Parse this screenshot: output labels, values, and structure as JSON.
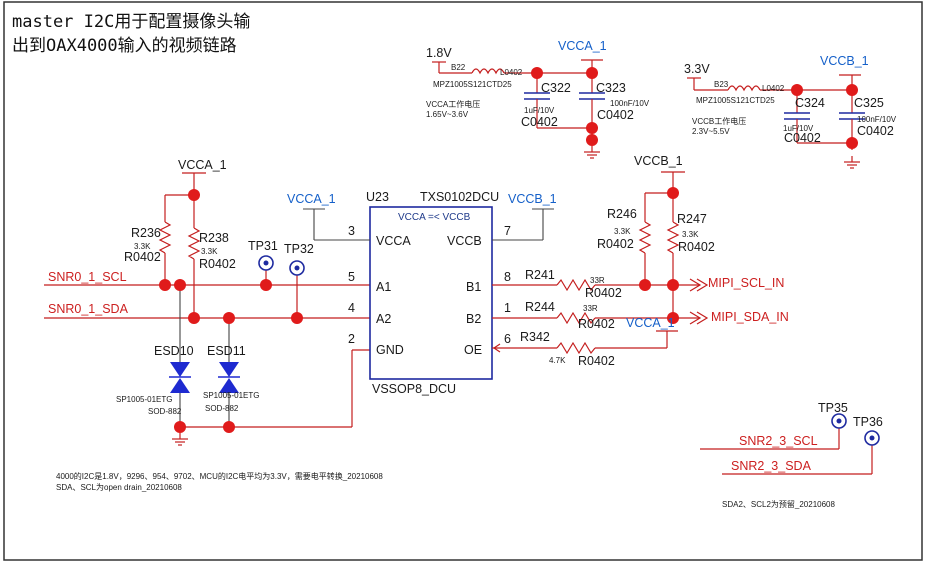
{
  "title": {
    "line1": "master I2C用于配置摄像头输",
    "line2": "出到OAX4000输入的视频链路"
  },
  "rail_1v8": {
    "source": "1.8V",
    "bead_ref": "B22",
    "bead_pkg": "L0402",
    "bead_part": "MPZ1005S121CTD25",
    "net": "VCCA_1",
    "note_line1": "VCCA工作电压",
    "note_line2": "1.65V~3.6V",
    "c1": {
      "ref": "C322",
      "value": "1uF/10V",
      "pkg": "C0402"
    },
    "c2": {
      "ref": "C323",
      "value": "100nF/10V",
      "pkg": "C0402"
    }
  },
  "rail_3v3": {
    "source": "3.3V",
    "bead_ref": "B23",
    "bead_pkg": "L0402",
    "bead_part": "MPZ1005S121CTD25",
    "net": "VCCB_1",
    "note_line1": "VCCB工作电压",
    "note_line2": "2.3V~5.5V",
    "c1": {
      "ref": "C324",
      "value": "1uF/10V",
      "pkg": "C0402"
    },
    "c2": {
      "ref": "C325",
      "value": "100nF/10V",
      "pkg": "C0402"
    }
  },
  "left_pullups": {
    "supply": "VCCA_1",
    "r1": {
      "ref": "R236",
      "value": "3.3K",
      "pkg": "R0402"
    },
    "r2": {
      "ref": "R238",
      "value": "3.3K",
      "pkg": "R0402"
    }
  },
  "right_pullups": {
    "supply": "VCCB_1",
    "r1": {
      "ref": "R246",
      "value": "3.3K",
      "pkg": "R0402"
    },
    "r2": {
      "ref": "R247",
      "value": "3.3K",
      "pkg": "R0402"
    }
  },
  "test_points": {
    "tp31": "TP31",
    "tp32": "TP32",
    "tp35": "TP35",
    "tp36": "TP36"
  },
  "esd": {
    "d1": {
      "ref": "ESD10",
      "part": "SP1005-01ETG",
      "pkg": "SOD-882"
    },
    "d2": {
      "ref": "ESD11",
      "part": "SP1005-01ETG",
      "pkg": "SOD-882"
    }
  },
  "ic": {
    "ref": "U23",
    "part": "TXS0102DCU",
    "package": "VSSOP8_DCU",
    "note": "VCCA =< VCCB",
    "vcca_net": "VCCA_1",
    "vccb_net": "VCCB_1",
    "pins": [
      {
        "num": "3",
        "name": "VCCA"
      },
      {
        "num": "5",
        "name": "A1"
      },
      {
        "num": "4",
        "name": "A2"
      },
      {
        "num": "2",
        "name": "GND"
      },
      {
        "num": "7",
        "name": "VCCB"
      },
      {
        "num": "8",
        "name": "B1"
      },
      {
        "num": "1",
        "name": "B2"
      },
      {
        "num": "6",
        "name": "OE"
      }
    ]
  },
  "series": {
    "r241": {
      "ref": "R241",
      "value": "33R",
      "pkg": "R0402"
    },
    "r244": {
      "ref": "R244",
      "value": "33R",
      "pkg": "R0402"
    },
    "r342": {
      "ref": "R342",
      "value": "4.7K",
      "pkg": "R0402",
      "supply": "VCCA_1"
    }
  },
  "nets": {
    "snr0_scl": "SNR0_1_SCL",
    "snr0_sda": "SNR0_1_SDA",
    "mipi_scl": "MIPI_SCL_IN",
    "mipi_sda": "MIPI_SDA_IN",
    "snr2_scl": "SNR2_3_SCL",
    "snr2_sda": "SNR2_3_SDA"
  },
  "notes": {
    "line1": "4000的I2C是1.8V，9296、954、9702、MCU的I2C电平均为3.3V，需要电平转换_20210608",
    "line2": "SDA、SCL为open drain_20210608",
    "line3": "SDA2、SCL2为预留_20210608"
  },
  "colors": {
    "wire": "#c41e1e",
    "junction": "#e01b1b",
    "component": "#1e2aa0",
    "net_label": "#cc1f1f",
    "power_label_blue": "#1560c9"
  }
}
